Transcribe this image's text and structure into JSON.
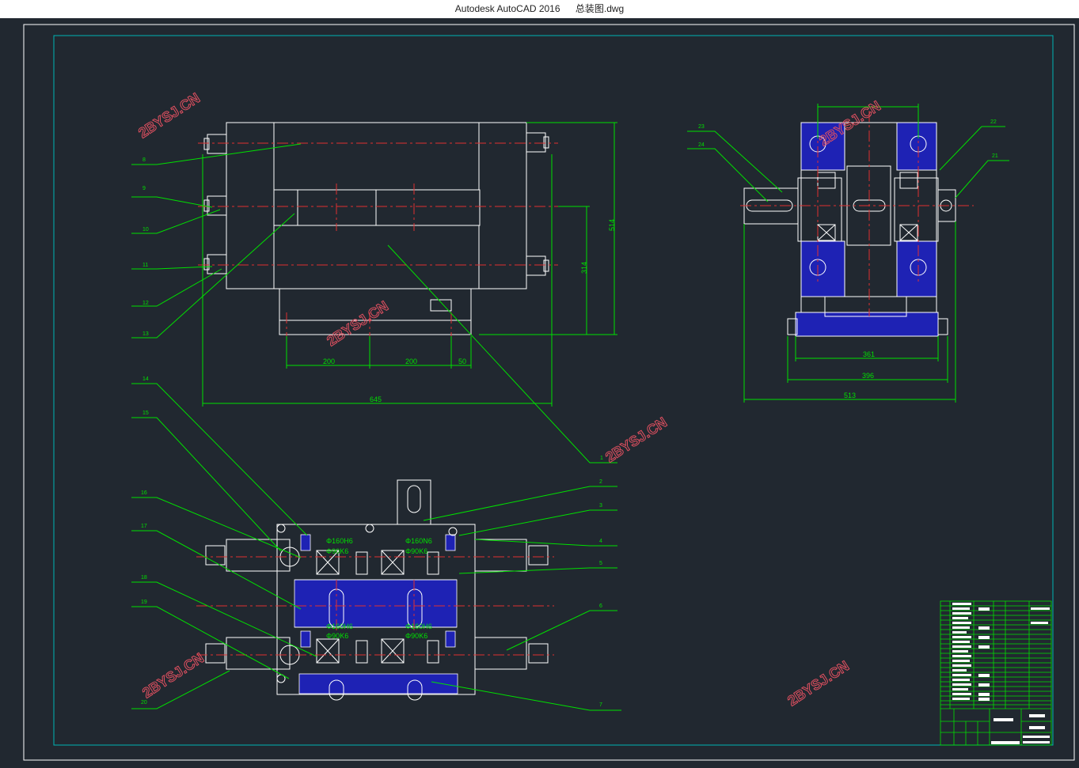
{
  "window": {
    "app_title": "Autodesk AutoCAD 2016",
    "file_name": "总装图.dwg"
  },
  "watermark": "2BYSJ.CN",
  "colors": {
    "background": "#212830",
    "outline": "#ffffff",
    "leader": "#00e000",
    "centerline": "#e03030",
    "fill": "#1e22b4",
    "frame": "#00b4b4"
  },
  "top_view": {
    "dims": {
      "d200a": "200",
      "d200b": "200",
      "d50": "50",
      "d645": "645",
      "d314": "314",
      "d514": "514"
    },
    "balloons": [
      "8",
      "9",
      "10",
      "11",
      "12",
      "13"
    ],
    "balloon_right": "1"
  },
  "side_view": {
    "dims": {
      "d361": "361",
      "d396": "396",
      "d513": "513"
    },
    "balloons": [
      "23",
      "24",
      "22",
      "21"
    ]
  },
  "section_view": {
    "fits": [
      "Φ160H6",
      "Φ90K6",
      "Φ160N6",
      "Φ90K6",
      "Φ160H6",
      "Φ90K6",
      "Φ160H6",
      "Φ90K6"
    ],
    "balloons_left": [
      "14",
      "15",
      "16",
      "17",
      "18",
      "19",
      "20"
    ],
    "balloons_right": [
      "2",
      "3",
      "4",
      "5",
      "6",
      "7"
    ]
  }
}
